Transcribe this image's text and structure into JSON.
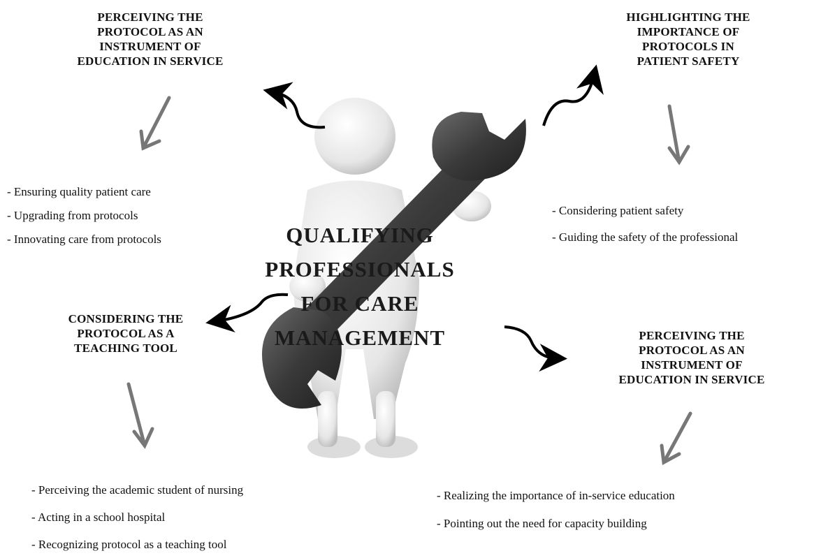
{
  "center": {
    "lines": [
      "QUALIFYING",
      "PROFESSIONALS",
      "FOR CARE",
      "MANAGEMENT"
    ]
  },
  "branches": [
    {
      "heading": [
        "PERCEIVING THE",
        "PROTOCOL AS AN",
        "INSTRUMENT OF",
        "EDUCATION IN SERVICE"
      ],
      "items": [
        "- Ensuring quality patient care",
        "- Upgrading from protocols",
        "- Innovating care from protocols"
      ]
    },
    {
      "heading": [
        "HIGHLIGHTING THE",
        "IMPORTANCE OF",
        "PROTOCOLS IN",
        "PATIENT SAFETY"
      ],
      "items": [
        "- Considering patient safety",
        "- Guiding the safety of the professional"
      ]
    },
    {
      "heading": [
        "CONSIDERING THE",
        "PROTOCOL AS A",
        "TEACHING TOOL"
      ],
      "items": [
        "- Perceiving the academic student of nursing",
        "- Acting in a school hospital",
        "- Recognizing protocol as a teaching tool"
      ]
    },
    {
      "heading": [
        "PERCEIVING THE",
        "PROTOCOL AS AN",
        "INSTRUMENT OF",
        "EDUCATION IN SERVICE"
      ],
      "items": [
        "- Realizing the importance of in-service education",
        "- Pointing out the need for capacity building"
      ]
    }
  ]
}
